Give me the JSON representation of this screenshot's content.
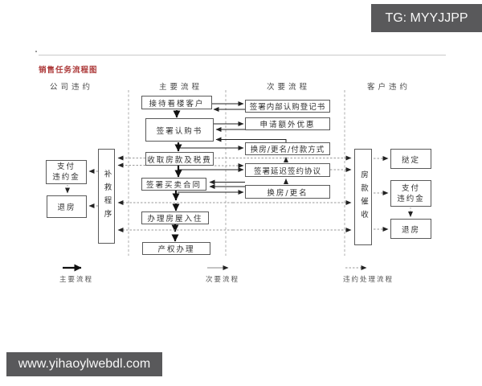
{
  "watermark_top": "TG: MYYJJPP",
  "watermark_bottom": "www.yihaoylwebdl.com",
  "title": "销售任务流程图",
  "columns": {
    "company_breach": "公司违约",
    "main_flow": "主要流程",
    "secondary_flow": "次要流程",
    "customer_breach": "客户违约"
  },
  "main_flow": {
    "steps": [
      "接待看楼客户",
      "签署认购书",
      "收取房款及税费",
      "签署买卖合同",
      "办理房屋入住",
      "产权办理"
    ]
  },
  "secondary_flow": {
    "steps": [
      "签署内部认购登记书",
      "申请额外优惠",
      "换房/更名/付款方式",
      "签署延迟签约协议",
      "换房/更名"
    ]
  },
  "company_breach": {
    "remedy_procedure": "补救程序",
    "pay_penalty_lines": [
      "支付",
      "违约金"
    ],
    "return_house": "退房"
  },
  "customer_breach": {
    "payment_collection": "房款催收",
    "forfeit_deposit": "挞定",
    "pay_penalty_lines": [
      "支付",
      "违约金"
    ],
    "return_house": "退房"
  },
  "legend": {
    "primary": "主要流程",
    "secondary": "次要流程",
    "breach": "违约处理流程"
  },
  "colors": {
    "badge_bg": "#59595b",
    "title_red": "#ad3a3a",
    "box_border": "#5a5a5a",
    "main_arrow": "#111111",
    "thin_arrow": "#222222",
    "breach_line": "#9a9a9a",
    "separator": "#999999"
  }
}
